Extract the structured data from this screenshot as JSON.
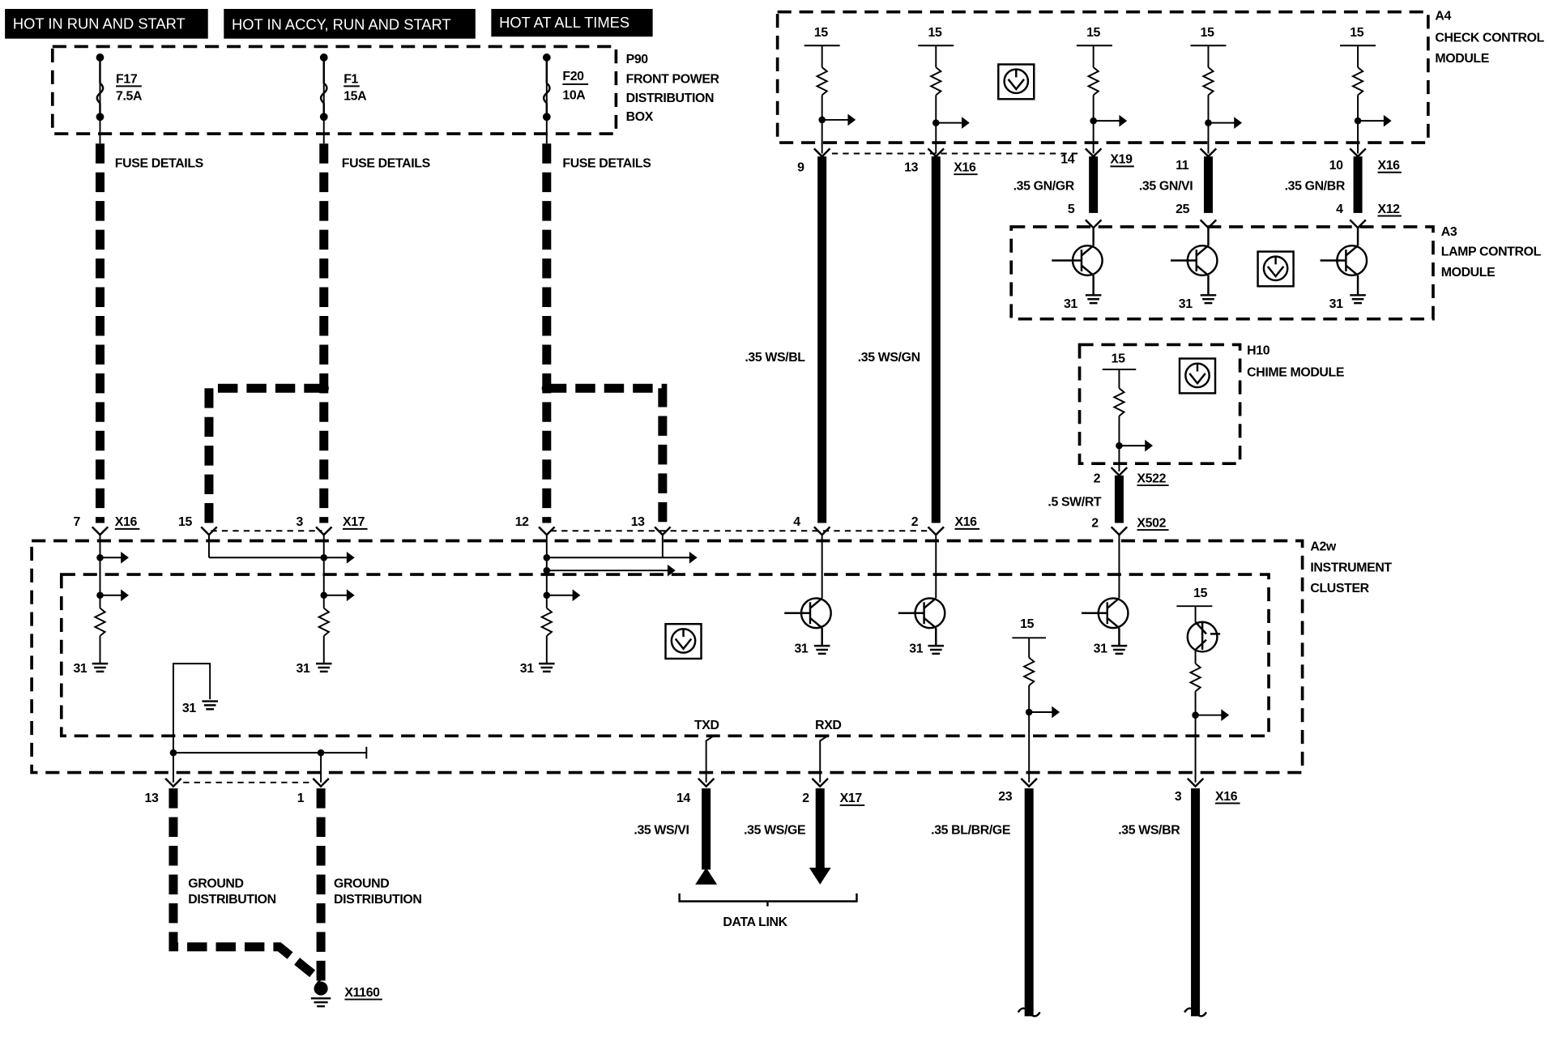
{
  "headers": {
    "run_start": "HOT IN RUN AND START",
    "accy_run_start": "HOT IN ACCY, RUN AND START",
    "all_times": "HOT AT ALL TIMES"
  },
  "fusebox": {
    "id": "P90",
    "name_line1": "FRONT POWER",
    "name_line2": "DISTRIBUTION",
    "name_line3": "BOX",
    "fuses": [
      {
        "id": "F17",
        "rating": "7.5A",
        "details": "FUSE DETAILS"
      },
      {
        "id": "F1",
        "rating": "15A",
        "details": "FUSE DETAILS"
      },
      {
        "id": "F20",
        "rating": "10A",
        "details": "FUSE DETAILS"
      }
    ]
  },
  "check_control": {
    "id": "A4",
    "name_line1": "CHECK CONTROL",
    "name_line2": "MODULE",
    "terminals": [
      "15",
      "15",
      "15",
      "15",
      "15"
    ],
    "pins": {
      "p9": "9",
      "p13": "13",
      "conn_x16": "X16",
      "p14": "14",
      "conn_x19": "X19",
      "p11": "11",
      "p10": "10",
      "conn_x16b": "X16"
    }
  },
  "lamp_control": {
    "id": "A3",
    "name_line1": "LAMP CONTROL",
    "name_line2": "MODULE",
    "pins": {
      "p5": "5",
      "p25": "25",
      "p4": "4",
      "conn": "X12"
    },
    "grounds": [
      "31",
      "31",
      "31"
    ]
  },
  "chime": {
    "id": "H10",
    "name": "CHIME MODULE",
    "terminal": "15",
    "pin_top": "2",
    "conn_top": "X522",
    "wire": ".5 SW/RT",
    "pin_bottom": "2",
    "conn_bottom": "X502"
  },
  "cluster": {
    "id": "A2w",
    "name_line1": "INSTRUMENT",
    "name_line2": "CLUSTER",
    "top_pins": {
      "p7": "7",
      "x16": "X16",
      "p15": "15",
      "p3": "3",
      "x17": "X17",
      "p12": "12",
      "p13": "13",
      "p4": "4",
      "p2": "2",
      "x16b": "X16"
    },
    "grounds": [
      "31",
      "31",
      "31",
      "31",
      "31",
      "31",
      "31"
    ],
    "terminals": [
      "15",
      "15"
    ],
    "txd": "TXD",
    "rxd": "RXD"
  },
  "wires": {
    "ws_bl": ".35 WS/BL",
    "ws_gn": ".35 WS/GN",
    "gn_gr": ".35 GN/GR",
    "gn_vi": ".35 GN/VI",
    "gn_br": ".35 GN/BR",
    "ws_vi": ".35 WS/VI",
    "ws_ge": ".35 WS/GE",
    "bl_br_ge": ".35 BL/BR/GE",
    "ws_br": ".35 WS/BR"
  },
  "bottom_pins": {
    "p13": "13",
    "p1": "1",
    "p14": "14",
    "p2": "2",
    "x17": "X17",
    "p23": "23",
    "p3": "3",
    "x16": "X16"
  },
  "ground_distribution": {
    "label1": "GROUND",
    "label2": "DISTRIBUTION",
    "point": "X1160"
  },
  "data_link": "DATA LINK"
}
